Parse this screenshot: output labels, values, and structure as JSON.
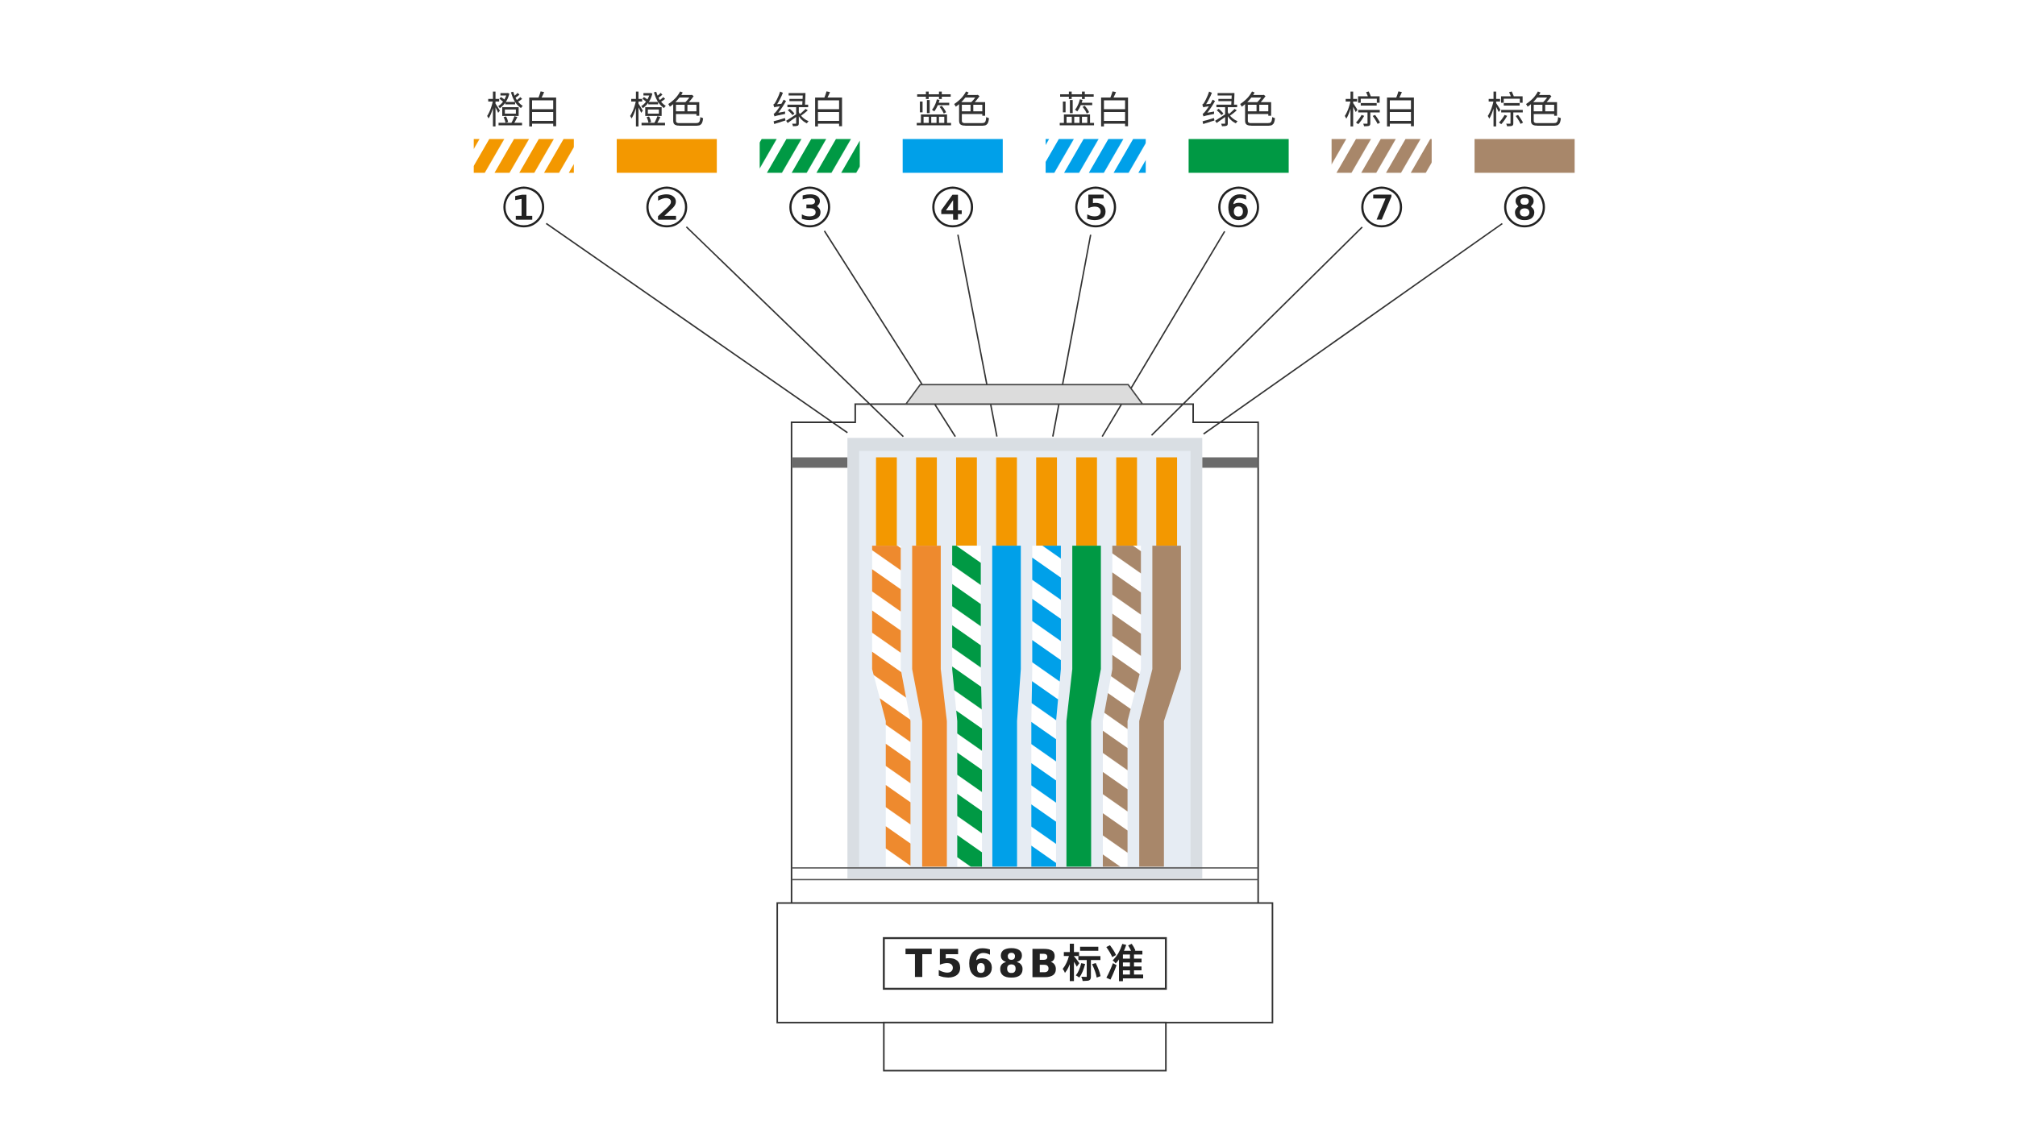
{
  "diagram": {
    "standard_label": "T568B标准"
  },
  "wires": [
    {
      "number": "①",
      "label": "橙白",
      "striped": true,
      "swatch_color": "#F39800",
      "wire_color": "#EE8A2E"
    },
    {
      "number": "②",
      "label": "橙色",
      "striped": false,
      "swatch_color": "#F39800",
      "wire_color": "#EE8A2E"
    },
    {
      "number": "③",
      "label": "绿白",
      "striped": true,
      "swatch_color": "#009944",
      "wire_color": "#009944"
    },
    {
      "number": "④",
      "label": "蓝色",
      "striped": false,
      "swatch_color": "#00A0E9",
      "wire_color": "#00A0E9"
    },
    {
      "number": "⑤",
      "label": "蓝白",
      "striped": true,
      "swatch_color": "#00A0E9",
      "wire_color": "#00A0E9"
    },
    {
      "number": "⑥",
      "label": "绿色",
      "striped": false,
      "swatch_color": "#009944",
      "wire_color": "#009944"
    },
    {
      "number": "⑦",
      "label": "棕白",
      "striped": true,
      "swatch_color": "#A8876A",
      "wire_color": "#A8876A"
    },
    {
      "number": "⑧",
      "label": "棕色",
      "striped": false,
      "swatch_color": "#A8876A",
      "wire_color": "#A8876A"
    }
  ],
  "colors": {
    "pin": "#F39800",
    "stripe_white": "#FFFFFF",
    "dark_band": "#6B6B6B",
    "inner_frame": "#D9DEE3",
    "inner_fill": "#E6ECF3",
    "tab_fill": "#DCDCDC",
    "body_fill": "#FFFFFF"
  }
}
